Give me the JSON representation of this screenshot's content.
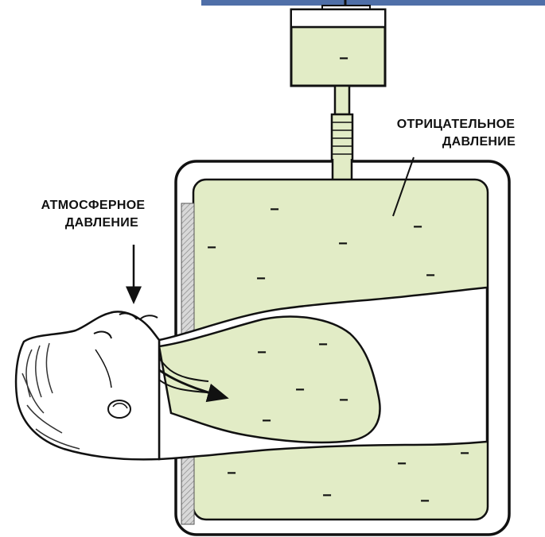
{
  "labels": {
    "negative_pressure": {
      "line1": "ОТРИЦАТЕЛЬНОЕ",
      "line2": "ДАВЛЕНИЕ"
    },
    "atmospheric_pressure": {
      "line1": "АТМОСФЕРНОЕ",
      "line2": "ДАВЛЕНИЕ"
    }
  },
  "sign_symbol": "−",
  "colors": {
    "fill_green": "#e2ecc6",
    "outline": "#111111",
    "top_banner": "#4f6fa8",
    "wall_hatch": "#999999"
  }
}
